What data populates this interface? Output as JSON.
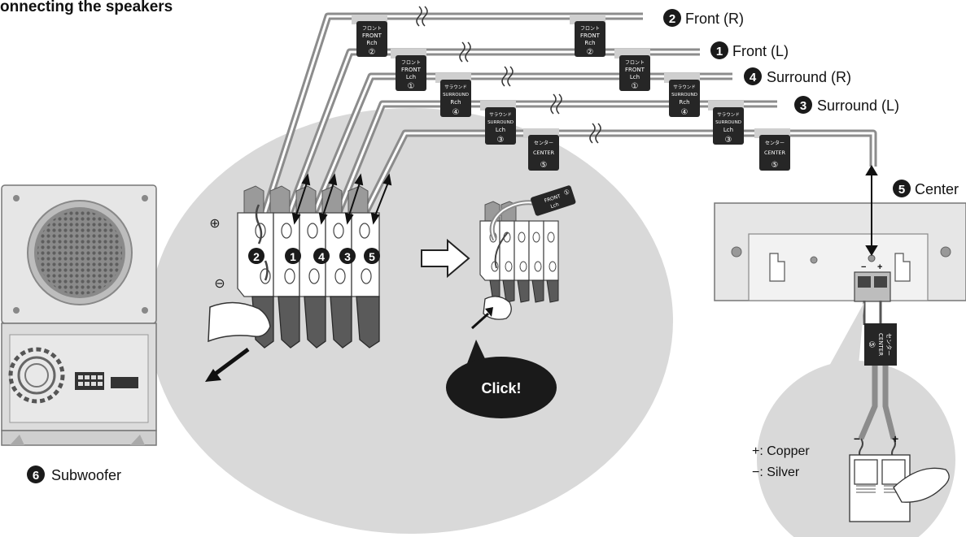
{
  "title": "onnecting the speakers",
  "colors": {
    "cable_outer": "#8c8c8c",
    "cable_inner": "#ffffff",
    "bubble": "#d9d9d9",
    "speaker_body": "#e6e6e6",
    "connector_dark": "#5a5a5a",
    "tag_dark": "#262626",
    "badge": "#1a1a1a"
  },
  "channels": [
    {
      "num": "2",
      "label": "Front (R)"
    },
    {
      "num": "1",
      "label": "Front (L)"
    },
    {
      "num": "4",
      "label": "Surround (R)"
    },
    {
      "num": "3",
      "label": "Surround (L)"
    },
    {
      "num": "5",
      "label": "Center"
    }
  ],
  "tags": {
    "front_r": {
      "jp": "フロント",
      "en": "FRONT",
      "side": "Rch",
      "num": "②"
    },
    "front_l": {
      "jp": "フロント",
      "en": "FRONT",
      "side": "Lch",
      "num": "①"
    },
    "surround_r": {
      "jp": "サラウンド",
      "en": "SURROUND",
      "side": "Rch",
      "num": "④"
    },
    "surround_l": {
      "jp": "サラウンド",
      "en": "SURROUND",
      "side": "Lch",
      "num": "③"
    },
    "center": {
      "jp": "センター",
      "en": "CENTER",
      "num": "⑤"
    }
  },
  "terminal_plus": "⊕",
  "terminal_minus": "⊖",
  "terminal_order": [
    "2",
    "1",
    "4",
    "3",
    "5"
  ],
  "click_label": "Click!",
  "subwoofer": {
    "num": "6",
    "label": "Subwoofer"
  },
  "center_speaker_polarity": {
    "minus": "−",
    "plus": "+"
  },
  "legend": {
    "copper": "+: Copper",
    "silver": "−: Silver"
  },
  "wire_marks": {
    "minus": "−",
    "plus": "+"
  }
}
